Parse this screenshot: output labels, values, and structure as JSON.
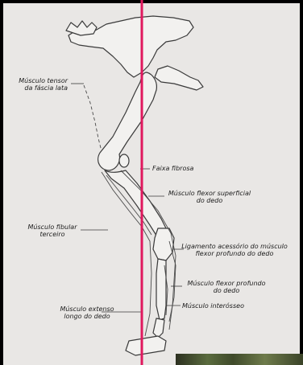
{
  "diagram": {
    "labels": {
      "tensor_fascia_lata_l1": "Músculo tensor",
      "tensor_fascia_lata_l2": "da fáscia lata",
      "fibrous_band": "Faixa fibrosa",
      "superficial_flexor_l1": "Músculo flexor superficial",
      "superficial_flexor_l2": "do dedo",
      "peroneus_tertius_l1": "Músculo fibular",
      "peroneus_tertius_l2": "terceiro",
      "accessory_ligament_l1": "Ligamento acessório do músculo",
      "accessory_ligament_l2": "flexor profundo do dedo",
      "deep_flexor_l1": "Músculo flexor profundo",
      "deep_flexor_l2": "do dedo",
      "interosseous": "Músculo interósseo",
      "long_extensor_l1": "Músculo extenso",
      "long_extensor_l2": "longo do dedo"
    },
    "colors": {
      "paper": "#e9e7e5",
      "ink": "#1d1d1d",
      "bone_stroke": "#3a3a3a",
      "marker_line": "#e0185e"
    }
  }
}
